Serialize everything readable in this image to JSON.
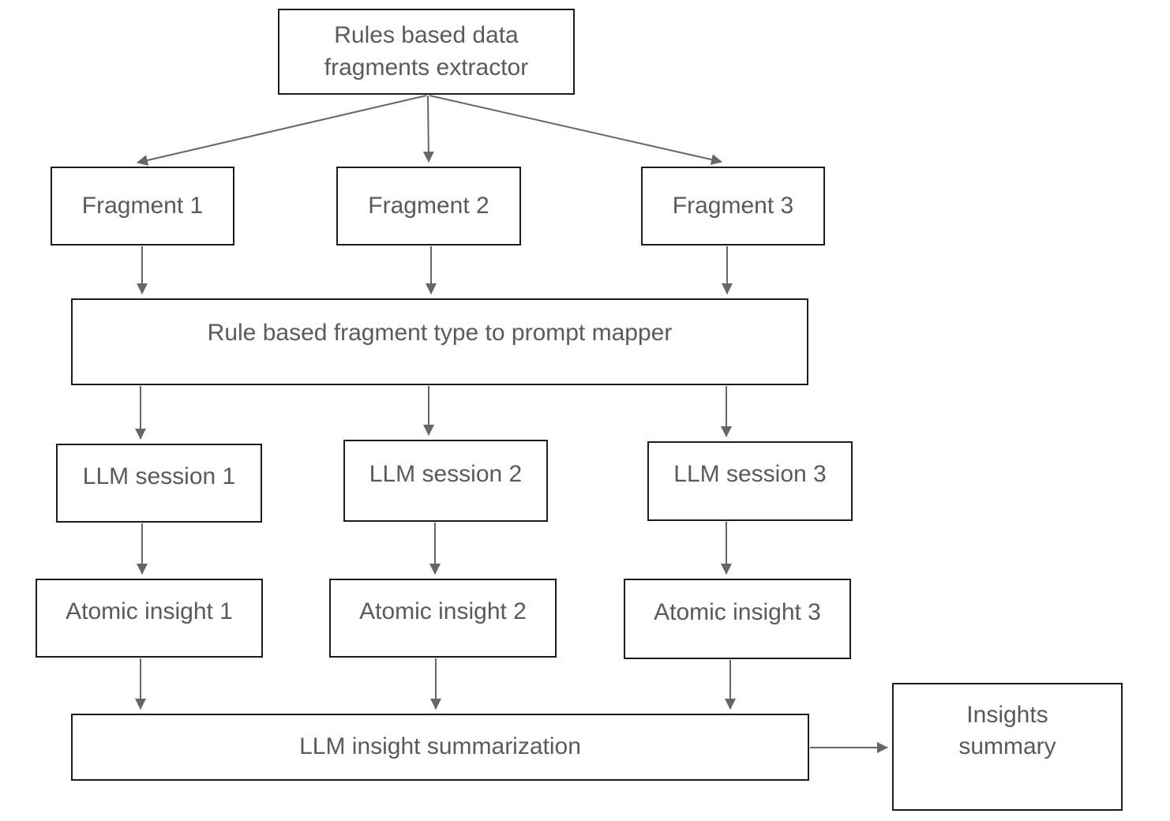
{
  "diagram": {
    "colors": {
      "background": "#ffffff",
      "node_border": "#1c1c1c",
      "node_fill": "#ffffff",
      "label_text": "#5a5a5a",
      "arrow": "#666666"
    },
    "nodes": {
      "extractor": {
        "label": "Rules based data\nfragments extractor"
      },
      "fragment1": {
        "label": "Fragment 1"
      },
      "fragment2": {
        "label": "Fragment 2"
      },
      "fragment3": {
        "label": "Fragment 3"
      },
      "mapper": {
        "label": "Rule based fragment type to prompt mapper"
      },
      "session1": {
        "label": "LLM session 1"
      },
      "session2": {
        "label": "LLM session 2"
      },
      "session3": {
        "label": "LLM session 3"
      },
      "atomic1": {
        "label": "Atomic insight 1"
      },
      "atomic2": {
        "label": "Atomic insight 2"
      },
      "atomic3": {
        "label": "Atomic insight 3"
      },
      "summarization": {
        "label": "LLM insight summarization"
      },
      "insights": {
        "label": "Insights\nsummary"
      }
    },
    "edges": [
      {
        "from": "extractor",
        "to": "fragment1"
      },
      {
        "from": "extractor",
        "to": "fragment2"
      },
      {
        "from": "extractor",
        "to": "fragment3"
      },
      {
        "from": "fragment1",
        "to": "mapper"
      },
      {
        "from": "fragment2",
        "to": "mapper"
      },
      {
        "from": "fragment3",
        "to": "mapper"
      },
      {
        "from": "mapper",
        "to": "session1"
      },
      {
        "from": "mapper",
        "to": "session2"
      },
      {
        "from": "mapper",
        "to": "session3"
      },
      {
        "from": "session1",
        "to": "atomic1"
      },
      {
        "from": "session2",
        "to": "atomic2"
      },
      {
        "from": "session3",
        "to": "atomic3"
      },
      {
        "from": "atomic1",
        "to": "summarization"
      },
      {
        "from": "atomic2",
        "to": "summarization"
      },
      {
        "from": "atomic3",
        "to": "summarization"
      },
      {
        "from": "summarization",
        "to": "insights"
      }
    ]
  }
}
